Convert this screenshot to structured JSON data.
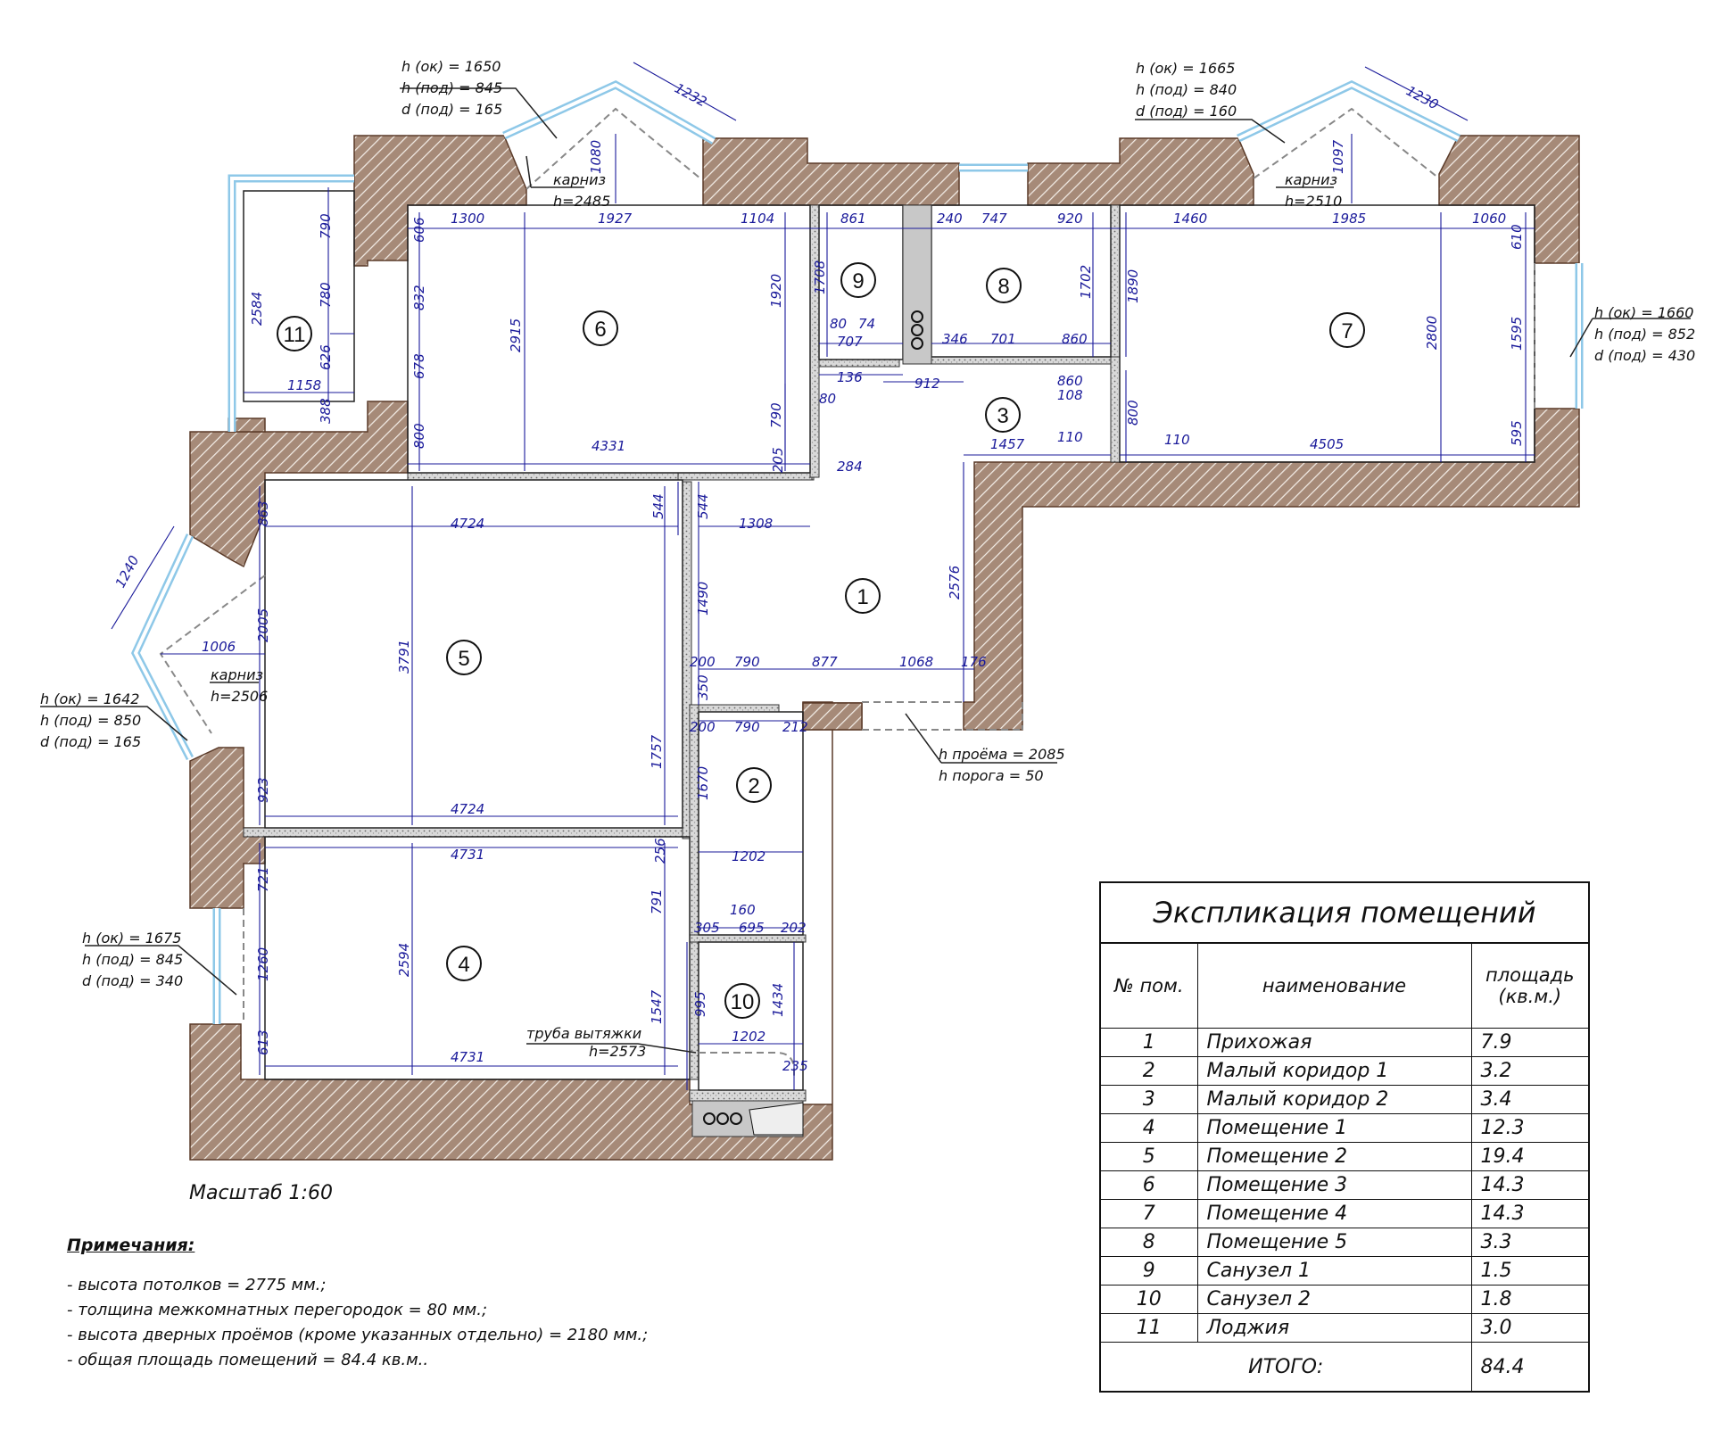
{
  "rooms": [
    {
      "no": "1",
      "name": "Прихожая",
      "area": "7.9"
    },
    {
      "no": "2",
      "name": "Малый коридор 1",
      "area": "3.2"
    },
    {
      "no": "3",
      "name": "Малый коридор 2",
      "area": "3.4"
    },
    {
      "no": "4",
      "name": "Помещение 1",
      "area": "12.3"
    },
    {
      "no": "5",
      "name": "Помещение 2",
      "area": "19.4"
    },
    {
      "no": "6",
      "name": "Помещение 3",
      "area": "14.3"
    },
    {
      "no": "7",
      "name": "Помещение 4",
      "area": "14.3"
    },
    {
      "no": "8",
      "name": "Помещение 5",
      "area": "3.3"
    },
    {
      "no": "9",
      "name": "Санузел 1",
      "area": "1.5"
    },
    {
      "no": "10",
      "name": "Санузел 2",
      "area": "1.8"
    },
    {
      "no": "11",
      "name": "Лоджия",
      "area": "3.0"
    }
  ],
  "explication": {
    "title": "Экспликация помещений",
    "col_no": "№ пом.",
    "col_name": "наименование",
    "col_area": "площадь (кв.м.)",
    "total_label": "ИТОГО:",
    "total_value": "84.4"
  },
  "scale": "Масштаб 1:60",
  "notes_title": "Примечания:",
  "notes": [
    "- высота потолков = 2775 мм.;",
    "- толщина межкомнатных перегородок = 80 мм.;",
    "- высота дверных проёмов (кроме указанных отдельно) = 2180 мм.;",
    "- общая площадь помещений = 84.4 кв.м.."
  ],
  "annotations": {
    "win6": [
      "h (ок) = 1650",
      "h (под) = 845",
      "d (под) = 165"
    ],
    "win7": [
      "h (ок) = 1665",
      "h (под) = 840",
      "d (под) = 160"
    ],
    "win7side": [
      "h (ок) = 1660",
      "h (под) = 852",
      "d (под) = 430"
    ],
    "win5": [
      "h (ок) = 1642",
      "h (под) = 850",
      "d (под) = 165"
    ],
    "win4": [
      "h (ок) = 1675",
      "h (под) = 845",
      "d (под) = 340"
    ],
    "karniz6": [
      "карниз",
      "h=2485"
    ],
    "karniz7": [
      "карниз",
      "h=2510"
    ],
    "karniz5": [
      "карниз",
      "h=2506"
    ],
    "opening": [
      "h проёма = 2085",
      "h порога = 50"
    ],
    "pipe": [
      "труба вытяжки",
      "h=2573"
    ]
  },
  "dimensions": {
    "d1300": "1300",
    "d1927": "1927",
    "d1104": "1104",
    "d861": "861",
    "d240": "240",
    "d747": "747",
    "d920": "920",
    "d1460": "1460",
    "d1985": "1985",
    "d1060": "1060",
    "d1232": "1232",
    "d1230": "1230",
    "d1080": "1080",
    "d1097": "1097",
    "d790a": "790",
    "d2584": "2584",
    "d780": "780",
    "d626": "626",
    "d1158": "1158",
    "d388": "388",
    "d606": "606",
    "d832": "832",
    "d678": "678",
    "d800a": "800",
    "d2915": "2915",
    "d4331": "4331",
    "d1920": "1920",
    "d790b": "790",
    "d205": "205",
    "d284": "284",
    "d1708": "1708",
    "d80a": "80",
    "d74": "74",
    "d707": "707",
    "d136": "136",
    "d80b": "80",
    "d912": "912",
    "d346": "346",
    "d701": "701",
    "d860a": "860",
    "d860b": "860",
    "d108": "108",
    "d1702": "1702",
    "d1890": "1890",
    "d800b": "800",
    "d1457": "1457",
    "d110a": "110",
    "d110b": "110",
    "d4505": "4505",
    "d2800": "2800",
    "d610": "610",
    "d1595": "1595",
    "d595": "595",
    "d863": "863",
    "d4724a": "4724",
    "d544a": "544",
    "d544b": "544",
    "d1308": "1308",
    "d1240": "1240",
    "d2005": "2005",
    "d1006": "1006",
    "d3791": "3791",
    "d1490": "1490",
    "d2576": "2576",
    "d200a": "200",
    "d790c": "790",
    "d877": "877",
    "d1068": "1068",
    "d176": "176",
    "d350": "350",
    "d200b": "200",
    "d790d": "790",
    "d212": "212",
    "d1757": "1757",
    "d1670": "1670",
    "d923": "923",
    "d4724b": "4724",
    "d1202a": "1202",
    "d4731a": "4731",
    "d256": "256",
    "d721": "721",
    "d791": "791",
    "d2594": "2594",
    "d160": "160",
    "d305": "305",
    "d695": "695",
    "d202": "202",
    "d1260": "1260",
    "d995": "995",
    "d1434": "1434",
    "d1547": "1547",
    "d1202b": "1202",
    "d613": "613",
    "d4731b": "4731",
    "d235": "235"
  },
  "colors": {
    "wall": "#a68a78",
    "dimension": "#1a1a9a",
    "window": "#8ec8e8"
  }
}
